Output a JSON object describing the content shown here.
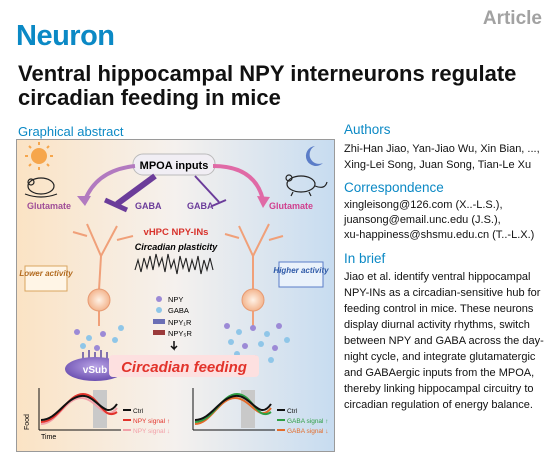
{
  "header": {
    "journal": "Neuron",
    "article_type": "Article"
  },
  "title": "Ventral hippocampal NPY interneurons regulate circadian feeding in mice",
  "graphical_abstract": {
    "label": "Graphical abstract",
    "mpoa": "MPOA inputs",
    "glutamate_left": "Glutamate",
    "gaba_left": "GABA",
    "gaba_right": "GABA",
    "glutamate_right": "Glutamate",
    "vhpc": "vHPC NPY-INs",
    "plasticity": "Circadian plasticity",
    "lower_activity": "Lower activity",
    "higher_activity": "Higher activity",
    "vsub": "vSub",
    "legend": [
      "NPY",
      "GABA",
      "NPY₁R",
      "NPY₅R"
    ],
    "circadian_feeding": "Circadian feeding",
    "food_axis": "Food",
    "time_axis": "Time",
    "left_plot_legend": [
      "Ctrl",
      "NPY signal ↑",
      "NPY signal ↓"
    ],
    "right_plot_legend": [
      "Ctrl",
      "GABA signal ↑",
      "GABA signal ↓"
    ],
    "colors": {
      "ctrl": "#111111",
      "npy_up": "#e2332b",
      "npy_down": "#f2a0a8",
      "gaba_up": "#2e9e44",
      "gaba_down": "#e36b2a",
      "purple": "#7a3aa0",
      "pink": "#e36aa8"
    }
  },
  "authors": {
    "heading": "Authors",
    "text": "Zhi-Han Jiao, Yan-Jiao Wu, Xin Bian, ..., Xing-Lei Song, Juan Song, Tian-Le Xu"
  },
  "correspondence": {
    "heading": "Correspondence",
    "lines": [
      "xingleisong@126.com (X..-L.S.),",
      "juansong@email.unc.edu (J.S.),",
      "xu-happiness@shsmu.edu.cn (T..-L.X.)"
    ]
  },
  "brief": {
    "heading": "In brief",
    "text": "Jiao et al. identify ventral hippocampal NPY-INs as a circadian-sensitive hub for feeding control in mice. These neurons display diurnal activity rhythms, switch between NPY and GABA across the day-night cycle, and integrate glutamatergic and GABAergic inputs from the MPOA, thereby linking hippocampal circuitry to circadian regulation of energy balance."
  }
}
